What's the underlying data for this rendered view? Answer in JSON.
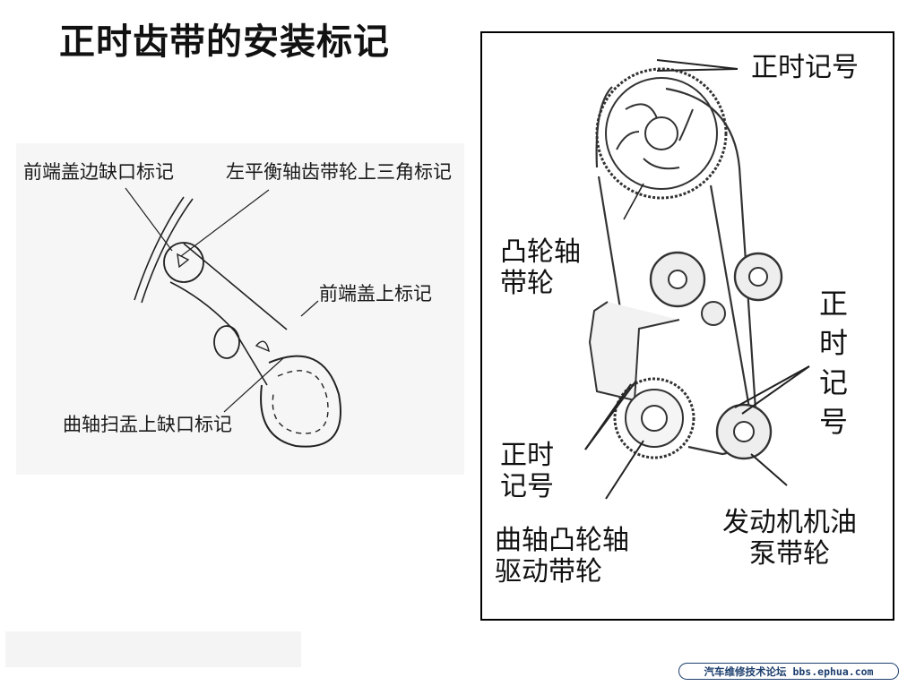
{
  "title": "正时齿带的安装标记",
  "left_diagram": {
    "labels": {
      "cover_notch": "前端盖边缺口标记",
      "balance_triangle": "左平衡轴齿带轮上三角标记",
      "cover_mark": "前端盖上标记",
      "crank_notch": "曲轴扫盂上缺口标记"
    }
  },
  "right_diagram": {
    "labels": {
      "timing_mark_top": "正时记号",
      "camshaft_pulley": "凸轮轴\n带轮",
      "timing_mark_right": "正时记号",
      "timing_mark_left": "正时\n记号",
      "crank_drive": "曲轴凸轮轴\n驱动带轮",
      "oil_pump_pulley": "发动机机油\n泵带轮"
    }
  },
  "footer": "汽车维修技术论坛 bbs.ephua.com"
}
